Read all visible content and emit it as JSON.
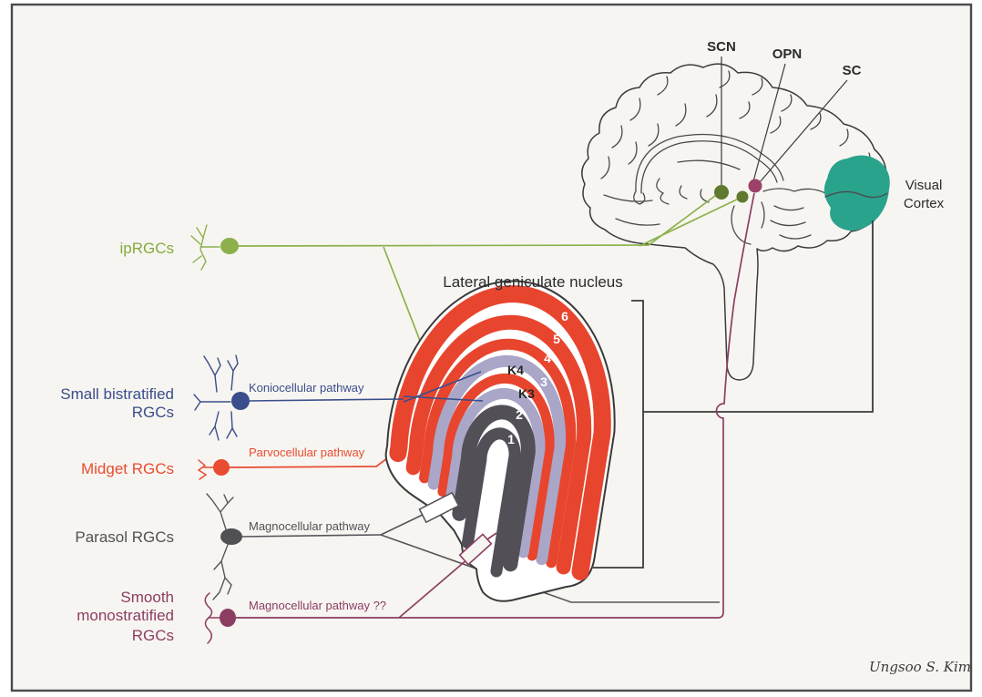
{
  "brain": {
    "scn": "SCN",
    "opn": "OPN",
    "sc": "SC",
    "visual_cortex_line1": "Visual",
    "visual_cortex_line2": "Cortex"
  },
  "lgn": {
    "title": "Lateral geniculate nucleus",
    "layer6": "6",
    "layer5": "5",
    "layer4": "4",
    "layerK4": "K4",
    "layer3": "3",
    "layerK3": "K3",
    "layer2": "2",
    "layer1": "1"
  },
  "cells": {
    "iprgc": {
      "label": "ipRGCs",
      "color": "#83ab3f"
    },
    "small_bistratified": {
      "label_line1": "Small bistratified",
      "label_line2": "RGCs",
      "pathway": "Koniocellular pathway",
      "color": "#3a4e8c"
    },
    "midget": {
      "label": "Midget RGCs",
      "pathway": "Parvocellular pathway",
      "color": "#e94c31"
    },
    "parasol": {
      "label": "Parasol RGCs",
      "pathway": "Magnocellular pathway",
      "color": "#515055"
    },
    "smooth_monostratified": {
      "label_line1": "Smooth",
      "label_line2": "monostratified",
      "label_line3": "RGCs",
      "pathway": "Magnocellular pathway ??",
      "color": "#8c3e62"
    }
  },
  "colors": {
    "background": "#f7f5f1",
    "lgn_red": "#e8452e",
    "lgn_koniocellular_band": "#a9a6c8",
    "lgn_magnocellular_band": "#534f57",
    "visual_cortex": "#2aa38c",
    "scn_dot": "#5f7a2e",
    "opn_dot": "#9c4168",
    "ip_rgc_soma": "#8cb14c",
    "outline": "#3a3a3a"
  },
  "signature": "Ungsoo S. Kim"
}
